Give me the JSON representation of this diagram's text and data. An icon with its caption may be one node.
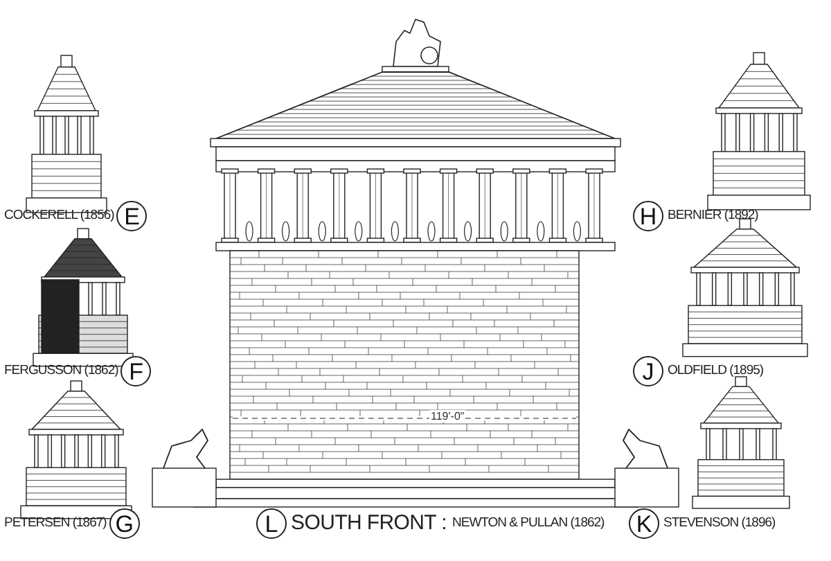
{
  "diagram": {
    "nodes": [
      {
        "text": [
          "E"
        ],
        "beside": [
          "COCKERELL (1856)"
        ]
      },
      {
        "text": [
          "F"
        ],
        "beside": [
          "FERGUSSON (1862)"
        ]
      },
      {
        "text": [
          "G"
        ],
        "beside": [
          "PETERSEN (1867)"
        ]
      },
      {
        "text": [
          "L"
        ],
        "beside": [
          "SOUTH FRONT :",
          "NEWTON & PULLAN (1862)"
        ]
      },
      {
        "text": [
          "H"
        ],
        "beside": [
          "BERNIER (1892)"
        ]
      },
      {
        "text": [
          "J"
        ],
        "beside": [
          "OLDFIELD (1895)"
        ]
      },
      {
        "text": [
          "K"
        ],
        "beside": [
          "STEVENSON (1896)"
        ]
      }
    ],
    "labels": [
      "119'-0\""
    ]
  }
}
